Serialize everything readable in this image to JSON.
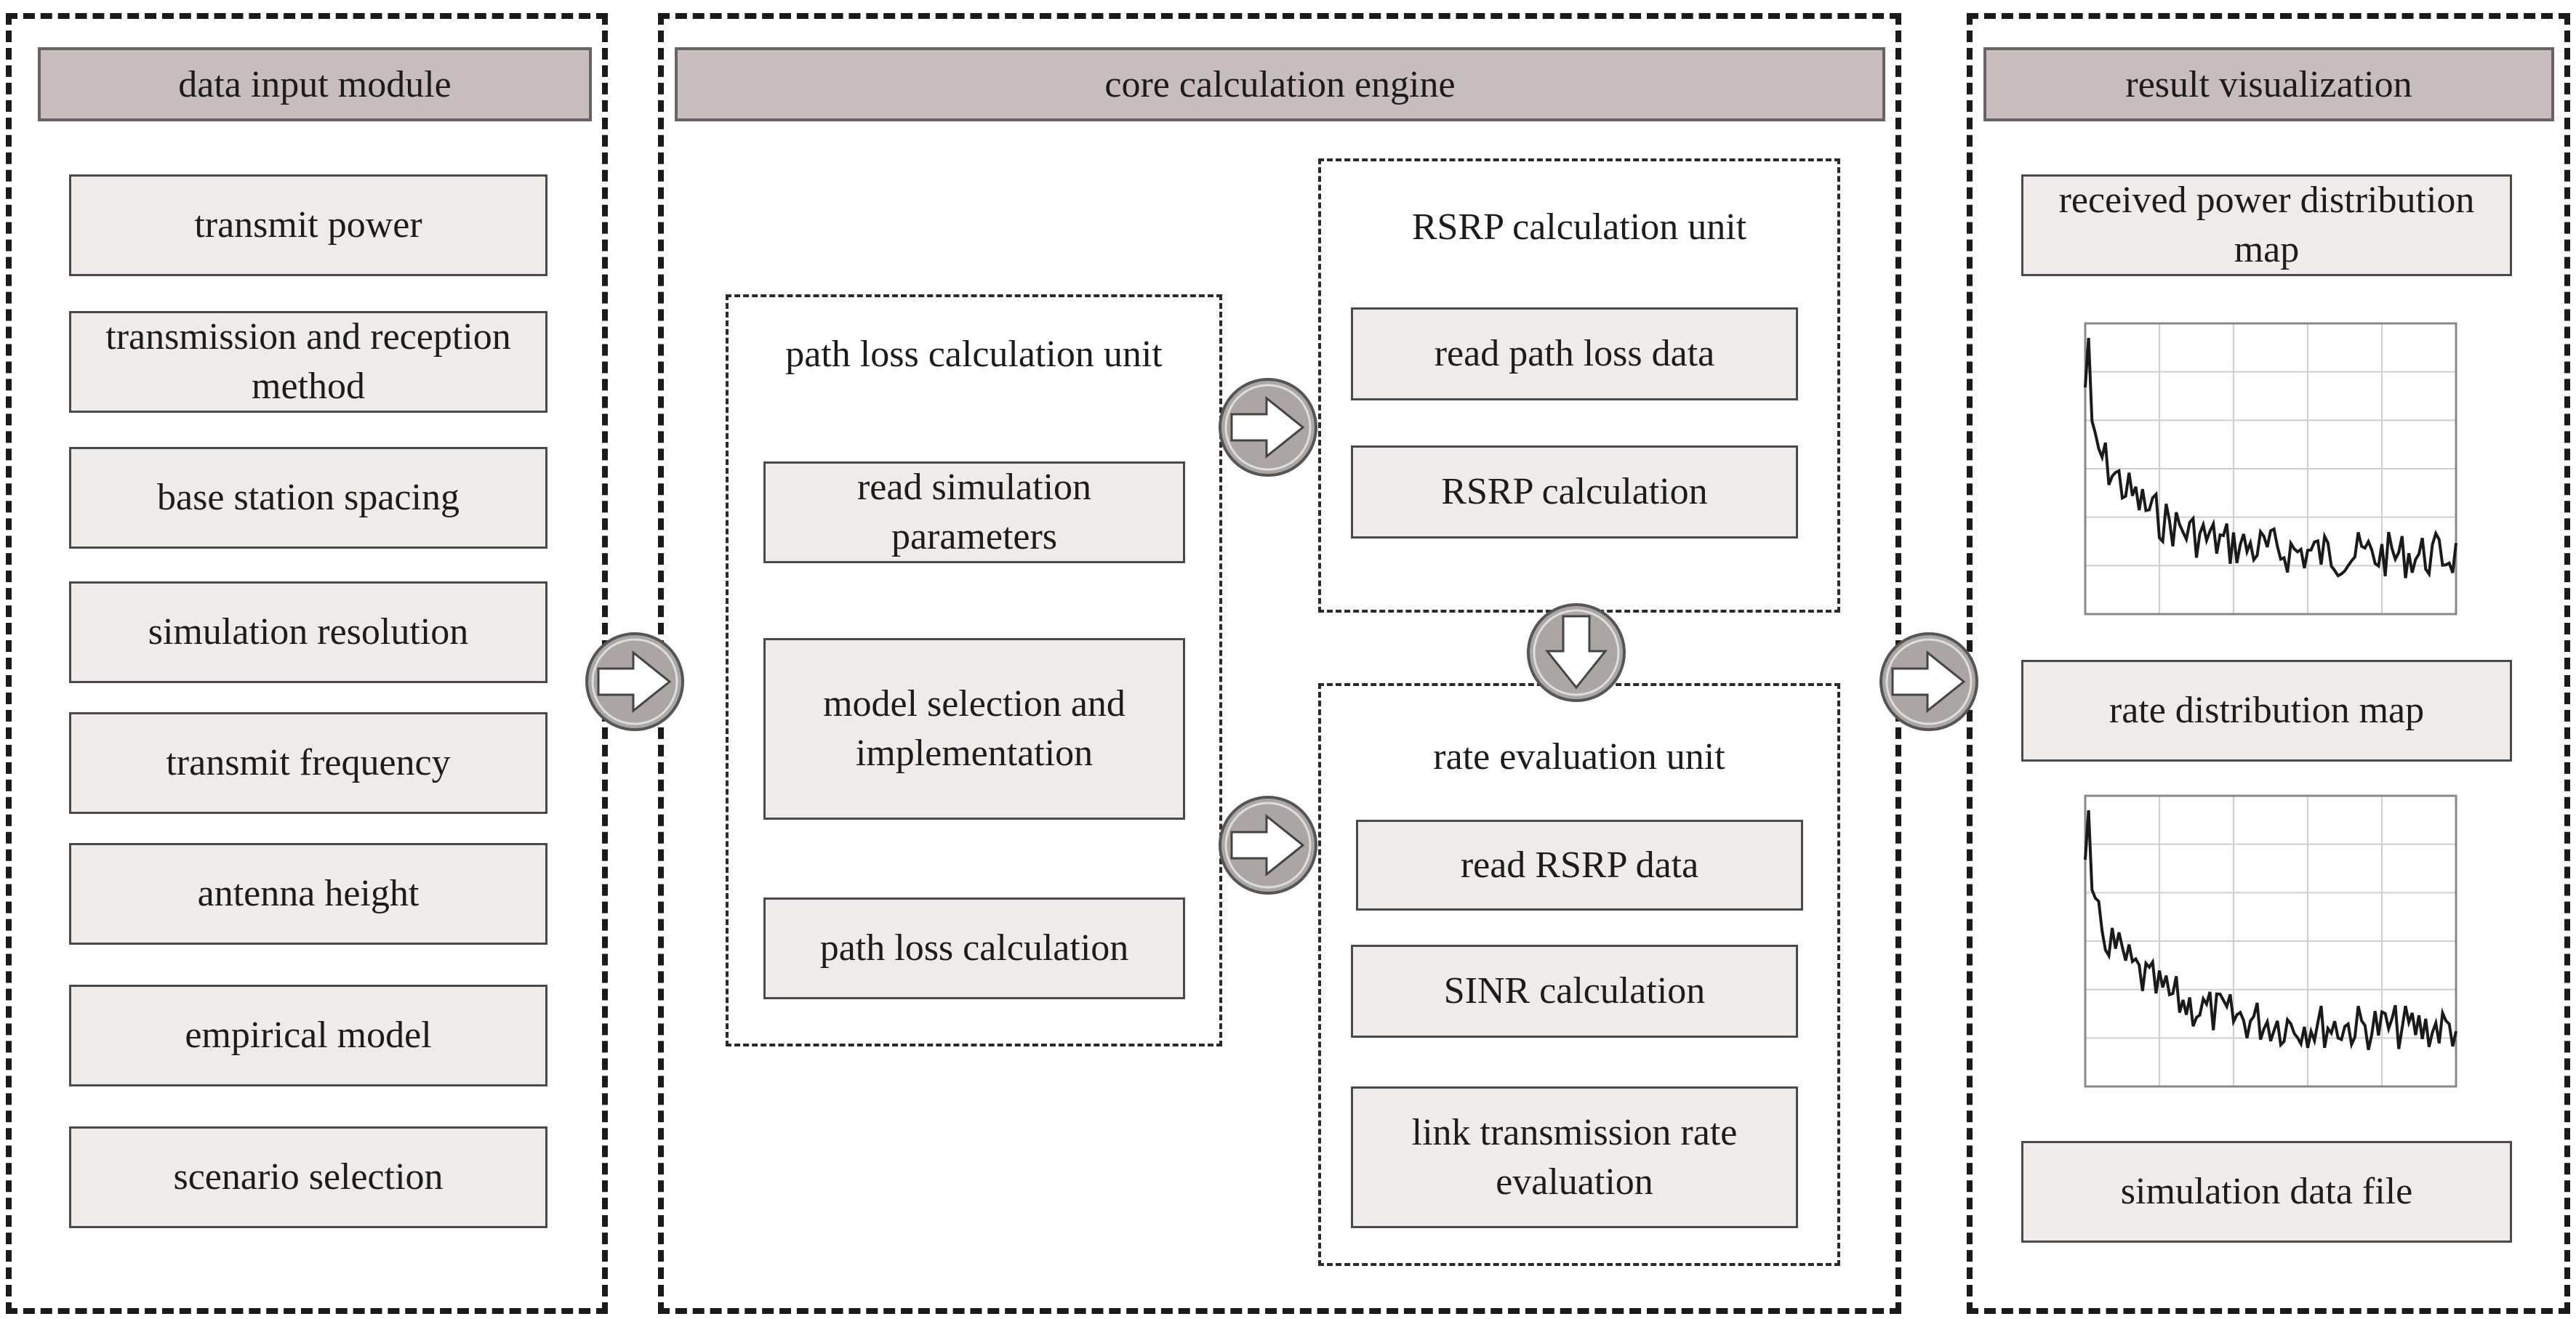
{
  "input_panel": {
    "title": "data input module",
    "items": [
      "transmit power",
      "transmission and reception method",
      "base station spacing",
      "simulation resolution",
      "transmit frequency",
      "antenna height",
      "empirical model",
      "scenario selection"
    ]
  },
  "engine_panel": {
    "title": "core calculation engine",
    "path_loss_unit": {
      "title": "path loss calculation unit",
      "items": [
        "read simulation parameters",
        "model selection and implementation",
        "path loss calculation"
      ]
    },
    "rsrp_unit": {
      "title": "RSRP calculation unit",
      "items": [
        "read path loss data",
        "RSRP calculation"
      ]
    },
    "rate_unit": {
      "title": "rate evaluation unit",
      "items": [
        "read RSRP data",
        "SINR calculation",
        "link transmission rate evaluation"
      ]
    }
  },
  "result_panel": {
    "title": "result visualization",
    "items": [
      "received power distribution map",
      "rate distribution map",
      "simulation data file"
    ]
  },
  "colors": {
    "header_fill": "#c6bdbc",
    "box_fill": "#efebea",
    "arrow_fill": "#aba5a4",
    "line": "#1a1a1a"
  }
}
